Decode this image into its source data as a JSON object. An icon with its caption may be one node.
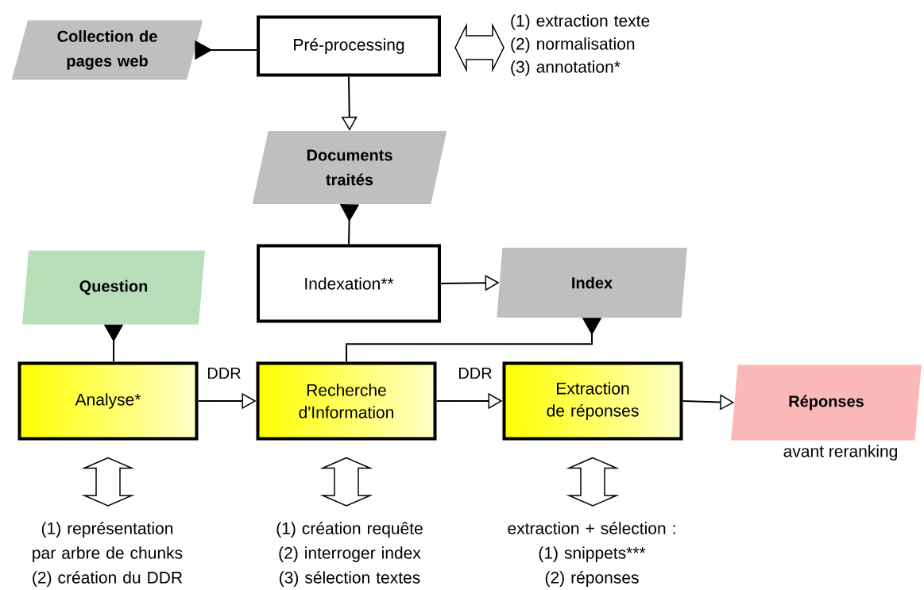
{
  "diagram": {
    "nodes": [
      {
        "text": [
          "Collection de pages web"
        ]
      },
      {
        "text": [
          "Pré-processing"
        ]
      },
      {
        "text": [
          "(1) extraction texte",
          "(2) normalisation",
          "(3) annotation*"
        ]
      },
      {
        "text": [
          "Documents traités"
        ]
      },
      {
        "text": [
          "Indexation**"
        ]
      },
      {
        "text": [
          "Index"
        ]
      },
      {
        "text": [
          "Question"
        ]
      },
      {
        "text": [
          "Analyse*"
        ]
      },
      {
        "text": [
          "Recherche d'Information"
        ]
      },
      {
        "text": [
          "Extraction de réponses"
        ]
      },
      {
        "text": [
          "Réponses"
        ],
        "beside": [
          "avant reranking"
        ]
      },
      {
        "text": [
          "(1) représentation par arbre de chunks",
          "(2) création du DDR"
        ]
      },
      {
        "text": [
          "(1) création requête",
          "(2) interroger index",
          "(3) sélection textes"
        ]
      },
      {
        "text": [
          "extraction + sélection :",
          "(1) snippets***",
          "(2) réponses"
        ]
      }
    ],
    "edges": [
      {
        "from": 0,
        "to": 1,
        "arrow": "other"
      },
      {
        "from": 1,
        "to": 2,
        "arrow": "both"
      },
      {
        "from": 1,
        "to": 3,
        "arrow": "to"
      },
      {
        "from": 3,
        "to": 4,
        "arrow": "other"
      },
      {
        "from": 4,
        "to": 5,
        "arrow": "to"
      },
      {
        "from": 6,
        "to": 7,
        "arrow": "other"
      },
      {
        "from": 7,
        "to": 8,
        "arrow": "to",
        "label": "DDR"
      },
      {
        "from": 8,
        "to": 9,
        "arrow": "to",
        "label": "DDR"
      },
      {
        "from": 9,
        "to": 10,
        "arrow": "to"
      },
      {
        "from": 5,
        "to": 8,
        "arrow": "other"
      },
      {
        "from": 7,
        "to": 11,
        "arrow": "both"
      },
      {
        "from": 8,
        "to": 12,
        "arrow": "both"
      },
      {
        "from": 9,
        "to": 13,
        "arrow": "both"
      }
    ]
  }
}
